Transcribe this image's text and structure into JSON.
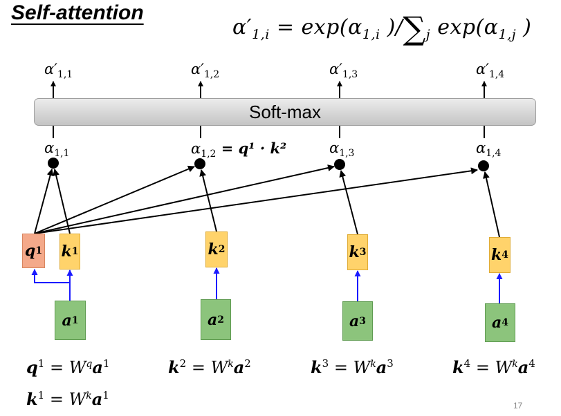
{
  "title": "Self-attention",
  "formula": {
    "lhs": "α′",
    "lhs_sub": "1,i",
    "eq": " = exp(α",
    "mid_sub": "1,i",
    "div": " )/",
    "sum": "∑",
    "sum_sub": "j",
    "rhs": " exp(α",
    "rhs_sub": "1,j",
    "end": " )"
  },
  "softmax_label": "Soft-max",
  "outputs": [
    {
      "sym": "α′",
      "sub": "1,1"
    },
    {
      "sym": "α′",
      "sub": "1,2"
    },
    {
      "sym": "α′",
      "sub": "1,3"
    },
    {
      "sym": "α′",
      "sub": "1,4"
    }
  ],
  "scores": [
    {
      "sym": "α",
      "sub": "1,1"
    },
    {
      "sym": "α",
      "sub": "1,2",
      "extra": " = q¹ · k²"
    },
    {
      "sym": "α",
      "sub": "1,3"
    },
    {
      "sym": "α",
      "sub": "1,4"
    }
  ],
  "boxes": {
    "q1": {
      "base": "q",
      "sup": "1"
    },
    "k1": {
      "base": "k",
      "sup": "1"
    },
    "k2": {
      "base": "k",
      "sup": "2"
    },
    "k3": {
      "base": "k",
      "sup": "3"
    },
    "k4": {
      "base": "k",
      "sup": "4"
    },
    "a1": {
      "base": "a",
      "sup": "1"
    },
    "a2": {
      "base": "a",
      "sup": "2"
    },
    "a3": {
      "base": "a",
      "sup": "3"
    },
    "a4": {
      "base": "a",
      "sup": "4"
    }
  },
  "equations": [
    {
      "lhs": "k",
      "lhs_sup": "2",
      "w": "W",
      "w_sup": "k",
      "rhs": "a",
      "rhs_sup": "2"
    },
    {
      "lhs": "k",
      "lhs_sup": "3",
      "w": "W",
      "w_sup": "k",
      "rhs": "a",
      "rhs_sup": "3"
    },
    {
      "lhs": "k",
      "lhs_sup": "4",
      "w": "W",
      "w_sup": "k",
      "rhs": "a",
      "rhs_sup": "4"
    }
  ],
  "eq_q1": {
    "lhs": "q",
    "lhs_sup": "1",
    "w": "W",
    "w_sup": "q",
    "rhs": "a",
    "rhs_sup": "1"
  },
  "eq_k1": {
    "lhs": "k",
    "lhs_sup": "1",
    "w": "W",
    "w_sup": "k",
    "rhs": "a",
    "rhs_sup": "1"
  },
  "page_number": "17",
  "colors": {
    "query": "#f4a98a",
    "key": "#ffd36b",
    "input": "#8cc47c",
    "blue_arrow": "#1a1aff"
  }
}
